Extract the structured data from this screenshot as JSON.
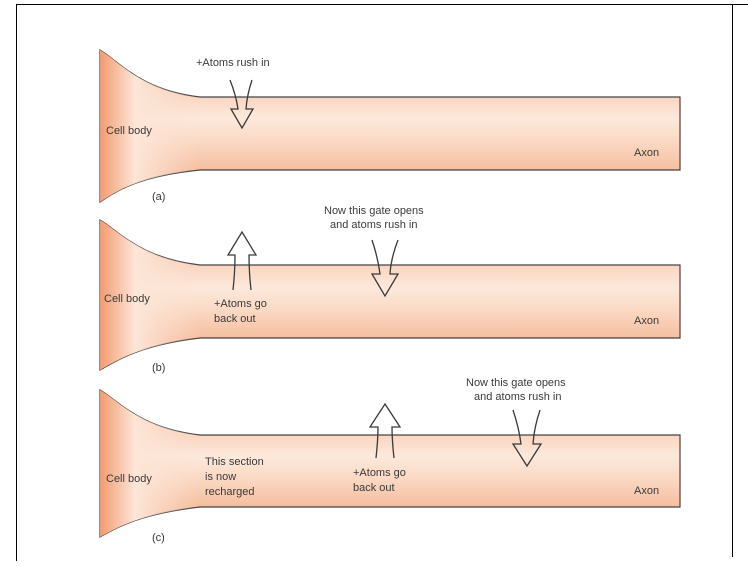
{
  "panels": [
    {
      "caption": "(a)",
      "cell_body": "Cell body",
      "axon": "Axon",
      "arrows": [
        {
          "direction": "in",
          "label": [
            "+Atoms rush in"
          ]
        }
      ]
    },
    {
      "caption": "(b)",
      "cell_body": "Cell body",
      "axon": "Axon",
      "arrows": [
        {
          "direction": "out",
          "label": [
            "+Atoms go",
            "back out"
          ]
        },
        {
          "direction": "in",
          "label": [
            "Now this gate opens",
            "and atoms rush in"
          ]
        }
      ]
    },
    {
      "caption": "(c)",
      "cell_body": "Cell body",
      "axon": "Axon",
      "note": [
        "This section",
        "is now",
        "recharged"
      ],
      "arrows": [
        {
          "direction": "out",
          "label": [
            "+Atoms go",
            "back out"
          ]
        },
        {
          "direction": "in",
          "label": [
            "Now this gate opens",
            "and atoms rush in"
          ]
        }
      ]
    }
  ],
  "colors": {
    "axon_edge": "#f3b08a",
    "axon_center": "#fde9dc",
    "outline": "#444444",
    "frame": "#000000"
  }
}
